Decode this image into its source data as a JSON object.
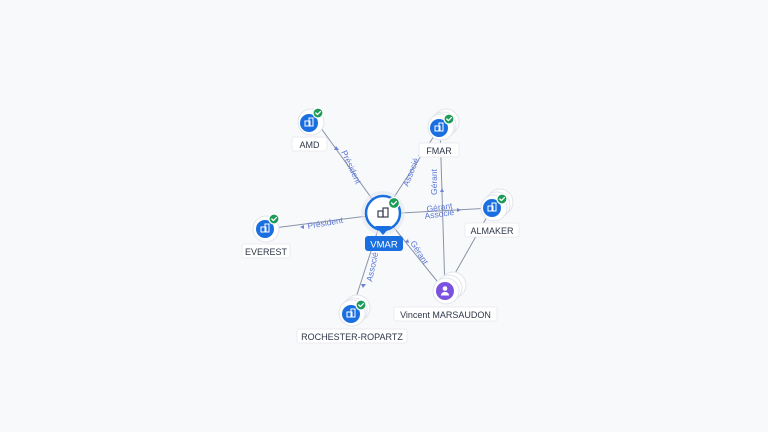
{
  "graph": {
    "center": {
      "label": "VMAR"
    },
    "nodes": {
      "amd": "AMD",
      "fmar": "FMAR",
      "everest": "EVEREST",
      "almaker": "ALMAKER",
      "rochester": "ROCHESTER-ROPARTZ",
      "vincent": "Vincent MARSAUDON"
    },
    "edges": {
      "amd": "Président",
      "fmar": "Associé",
      "everest": "Président",
      "almaker": "Associé",
      "rochester": "Associé",
      "vincent": "Gérant",
      "vincent_fmar": "Gérant",
      "vincent_almaker": "Gérant"
    }
  }
}
